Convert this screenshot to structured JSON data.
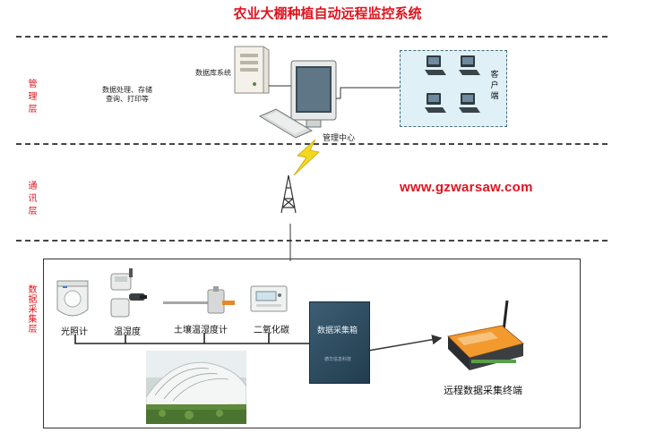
{
  "title": "农业大棚种植自动远程监控系统",
  "layers": {
    "management": "管理层",
    "communication": "通讯层",
    "acquisition": "数据采集层"
  },
  "management": {
    "db_label": "数据库系统",
    "db_desc_line1": "数据处理、存储",
    "db_desc_line2": "查询、打印等",
    "center_label": "管理中心",
    "client_label": "客户端"
  },
  "website": "www.gzwarsaw.com",
  "sensors": {
    "light": "光照计",
    "temp_humidity": "温湿度",
    "soil": "土壤温湿度计",
    "co2": "二氧化碳"
  },
  "collector": {
    "title": "数据采集箱",
    "sub": "德华信息科技"
  },
  "terminal_label": "远程数据采集终端",
  "colors": {
    "accent_red": "#e0141e",
    "client_bg": "#dff1f6",
    "collector": "#2f4d62",
    "terminal": "#f08a1e"
  }
}
